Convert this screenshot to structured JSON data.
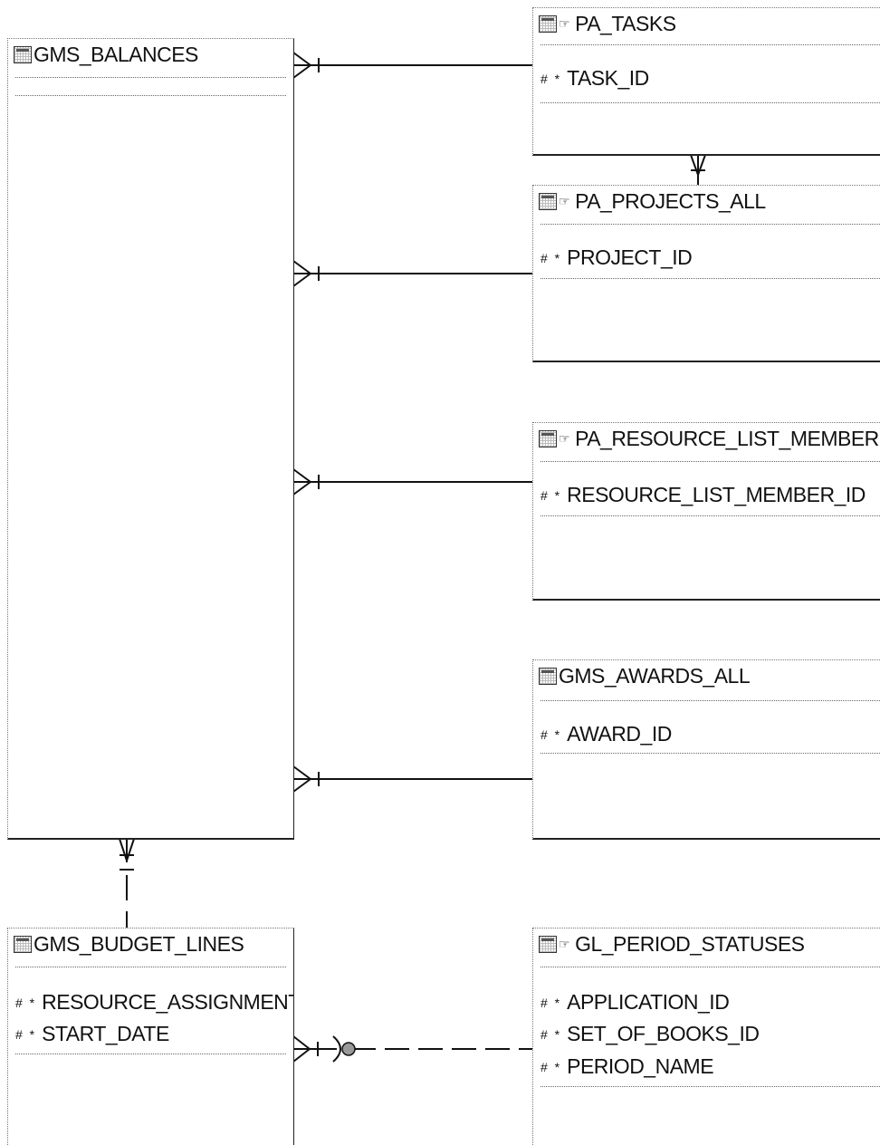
{
  "entities": {
    "gms_balances": {
      "name": "GMS_BALANCES",
      "attributes": []
    },
    "pa_tasks": {
      "name": "PA_TASKS",
      "attributes": [
        {
          "marks": "# *",
          "name": "TASK_ID"
        }
      ]
    },
    "pa_projects_all": {
      "name": "PA_PROJECTS_ALL",
      "attributes": [
        {
          "marks": "# *",
          "name": "PROJECT_ID"
        }
      ]
    },
    "pa_resource_list_members": {
      "name": "PA_RESOURCE_LIST_MEMBERS",
      "attributes": [
        {
          "marks": "# *",
          "name": "RESOURCE_LIST_MEMBER_ID"
        }
      ]
    },
    "gms_awards_all": {
      "name": "GMS_AWARDS_ALL",
      "attributes": [
        {
          "marks": "# *",
          "name": "AWARD_ID"
        }
      ]
    },
    "gms_budget_lines": {
      "name": "GMS_BUDGET_LINES",
      "attributes": [
        {
          "marks": "# *",
          "name": "RESOURCE_ASSIGNMENT_ID"
        },
        {
          "marks": "# *",
          "name": "START_DATE"
        }
      ]
    },
    "gl_period_statuses": {
      "name": "GL_PERIOD_STATUSES",
      "attributes": [
        {
          "marks": "# *",
          "name": "APPLICATION_ID"
        },
        {
          "marks": "# *",
          "name": "SET_OF_BOOKS_ID"
        },
        {
          "marks": "# *",
          "name": "PERIOD_NAME"
        }
      ]
    }
  },
  "relationships": [
    {
      "from": "GMS_BALANCES",
      "to": "PA_TASKS",
      "from_end": "many",
      "to_end": "one",
      "optional": false
    },
    {
      "from": "GMS_BALANCES",
      "to": "PA_PROJECTS_ALL",
      "from_end": "many",
      "to_end": "one",
      "optional": false
    },
    {
      "from": "GMS_BALANCES",
      "to": "PA_RESOURCE_LIST_MEMBERS",
      "from_end": "many",
      "to_end": "one",
      "optional": false
    },
    {
      "from": "GMS_BALANCES",
      "to": "GMS_AWARDS_ALL",
      "from_end": "many",
      "to_end": "one",
      "optional": false
    },
    {
      "from": "PA_TASKS",
      "to": "PA_PROJECTS_ALL",
      "from_end": "many",
      "to_end": "one",
      "optional": false
    },
    {
      "from": "GMS_BALANCES",
      "to": "GMS_BUDGET_LINES",
      "from_end": "many",
      "to_end": "one",
      "optional": true
    },
    {
      "from": "GMS_BUDGET_LINES",
      "to": "GL_PERIOD_STATUSES",
      "from_end": "many",
      "to_end": "zero-or-one",
      "optional": true
    }
  ],
  "icons": {
    "table": "table-icon",
    "synonym": "synonym-hand-icon"
  }
}
